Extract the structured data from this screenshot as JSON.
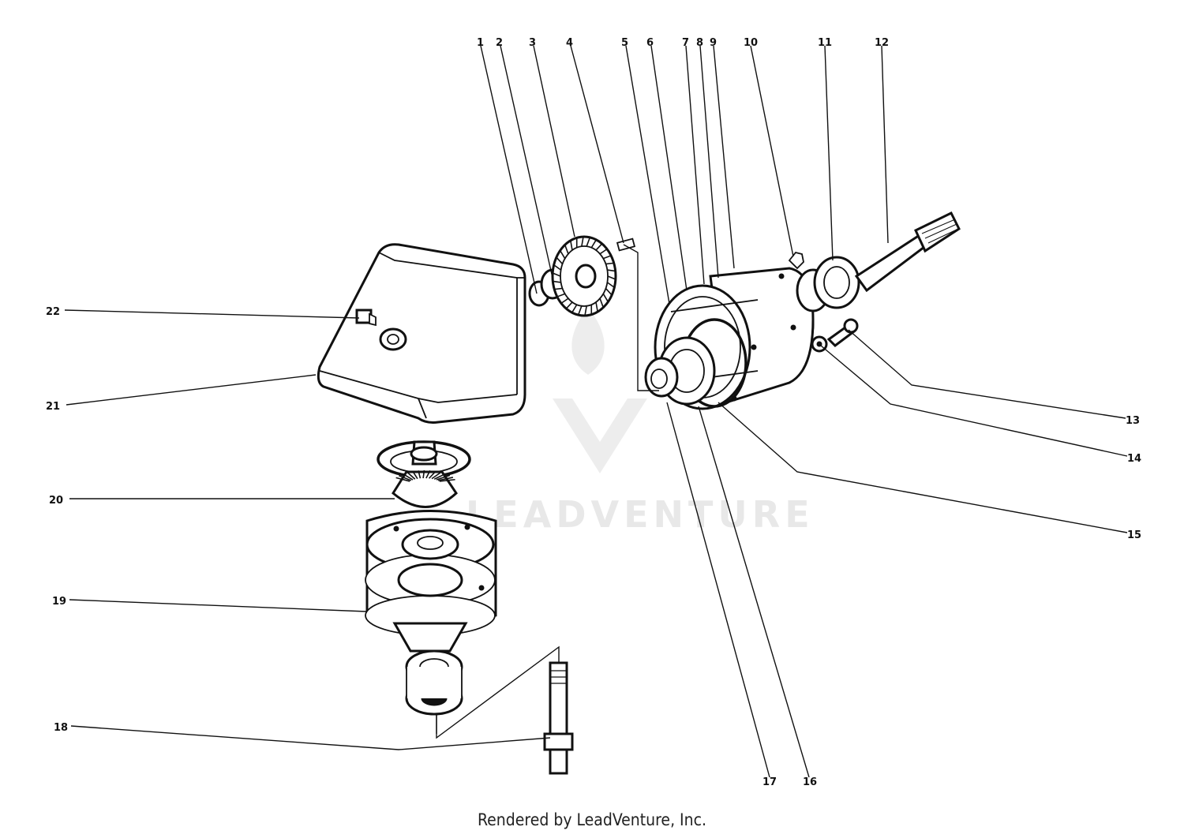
{
  "footer": "Rendered by LeadVenture, Inc.",
  "watermark": "LEADVENTURE",
  "callouts": [
    {
      "id": "c1",
      "label": "1"
    },
    {
      "id": "c2",
      "label": "2"
    },
    {
      "id": "c3",
      "label": "3"
    },
    {
      "id": "c4",
      "label": "4"
    },
    {
      "id": "c5",
      "label": "5"
    },
    {
      "id": "c6",
      "label": "6"
    },
    {
      "id": "c7",
      "label": "7"
    },
    {
      "id": "c8",
      "label": "8"
    },
    {
      "id": "c9",
      "label": "9"
    },
    {
      "id": "c10",
      "label": "10"
    },
    {
      "id": "c11",
      "label": "11"
    },
    {
      "id": "c12",
      "label": "12"
    },
    {
      "id": "c13",
      "label": "13"
    },
    {
      "id": "c14",
      "label": "14"
    },
    {
      "id": "c15",
      "label": "15"
    },
    {
      "id": "c16",
      "label": "16"
    },
    {
      "id": "c17",
      "label": "17"
    },
    {
      "id": "c18",
      "label": "18"
    },
    {
      "id": "c19",
      "label": "19"
    },
    {
      "id": "c20",
      "label": "20"
    },
    {
      "id": "c21",
      "label": "21"
    },
    {
      "id": "c22",
      "label": "22"
    }
  ]
}
